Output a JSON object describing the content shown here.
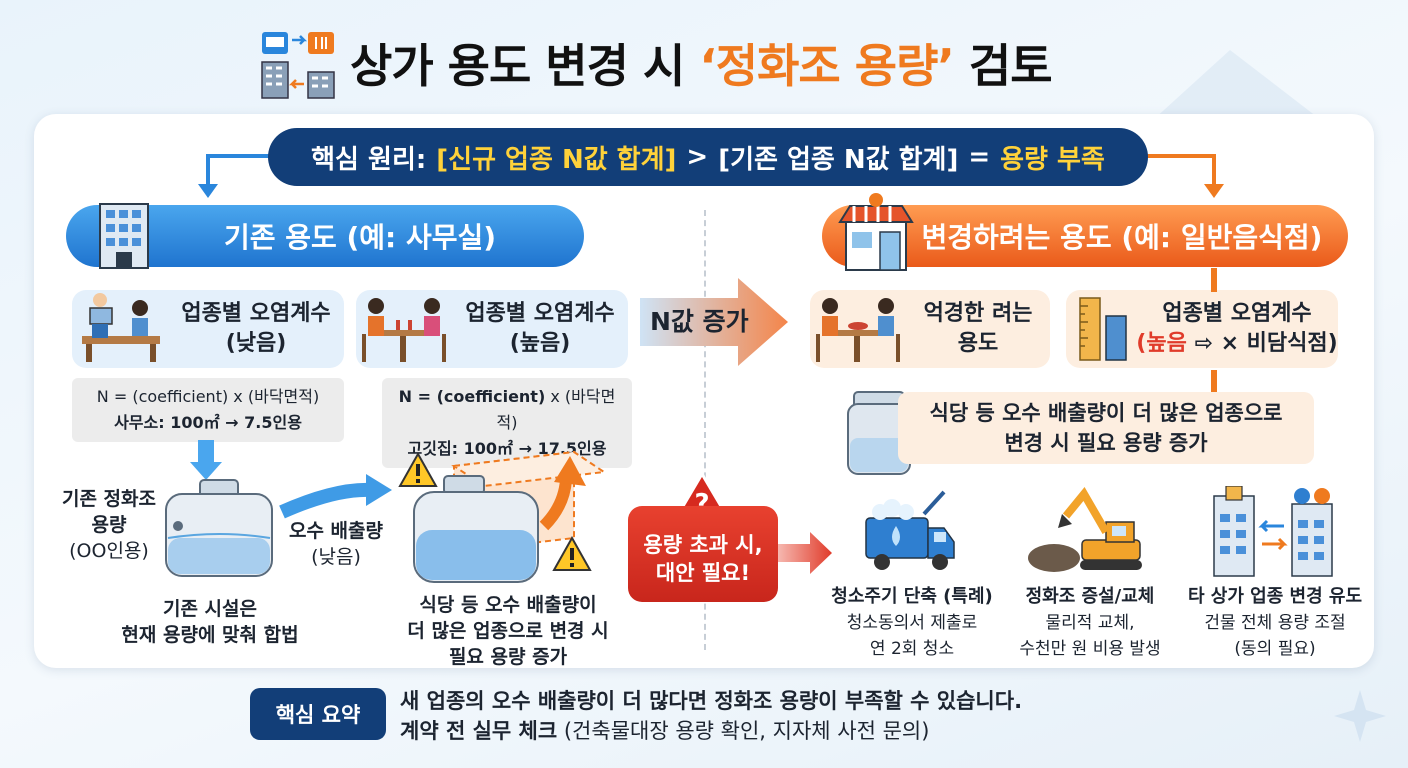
{
  "title": {
    "part1": "상가 용도 변경 시 ",
    "highlight": "‘정화조 용량’",
    "part2": " 검토"
  },
  "principle": {
    "lead": "핵심 원리:",
    "new": "[신규 업종 N값 합계]",
    "gt": ">",
    "old": "[기존 업종 N값 합계]",
    "eq": "=",
    "result": "용량 부족"
  },
  "existing": {
    "header": "기존 용도 (예: 사무실)",
    "card1": {
      "line1": "업종별 오염계수",
      "line2": "(낮음)"
    },
    "card2": {
      "line1": "업종별 오염계수",
      "line2": "(높음)"
    },
    "formula1": {
      "line1": "N = (coefficient) x (바닥면적)",
      "line2": "사무소: 100㎡ → 7.5인용"
    },
    "formula2": {
      "n": "N = ",
      "coef": "(coefficient)",
      "rest": " x (바닥면적)",
      "line2": "고깃집: 100㎡ → 17.5인용"
    },
    "tank_label": {
      "line1": "기존 정화조",
      "line2": "용량",
      "line3": "(OO인용)"
    },
    "flow_label": {
      "line1": "오수 배출량",
      "line2": "(낮음)"
    },
    "caption1": {
      "line1": "기존 시설은",
      "line2": "현재 용량에 맞춰 합법"
    },
    "caption2": {
      "line1": "식당 등 오수 배출량이",
      "line2": "더 많은 업종으로 변경 시",
      "line3": "필요 용량 증가"
    }
  },
  "n_increase": "N값 증가",
  "changed": {
    "header": "변경하려는 용도 (예: 일반음식점)",
    "card1": {
      "line1": "억경한 려는",
      "line2": "용도"
    },
    "card2": {
      "line1": "업종별 오염계수",
      "high": "(높음",
      "arrow": " ⇨ ",
      "rest": "× 비담식점)"
    },
    "note": {
      "line1": "식당 등 오수 배출량이 더 많은 업종으로",
      "line2": "변경 시 필요 용량 증가"
    }
  },
  "alert": {
    "line1": "용량 초과 시,",
    "line2": "대안 필요!"
  },
  "options": [
    {
      "title": "청소주기 단축 (특례)",
      "line1": "청소동의서 제출로",
      "line2": "연 2회 청소"
    },
    {
      "title": "정화조 증설/교체",
      "line1": "물리적 교체,",
      "line2": "수천만 원 비용 발생"
    },
    {
      "title": "타 상가 업종 변경 유도",
      "line1": "건물 전체 용량 조절",
      "line2": "(동의 필요)"
    }
  ],
  "summary": {
    "tag": "핵심 요약",
    "line1": "새 업종의 오수 배출량이 더 많다면 정화조 용량이 부족할 수 있습니다.",
    "line2_bold": "계약 전 실무 체크",
    "line2_rest": " (건축물대장 용량 확인, 지자체 사전 문의)"
  },
  "colors": {
    "navy": "#123e78",
    "blue": "#2a86dc",
    "orange": "#ef7a1f",
    "red": "#e03b2a",
    "yellow": "#ffd23a"
  }
}
